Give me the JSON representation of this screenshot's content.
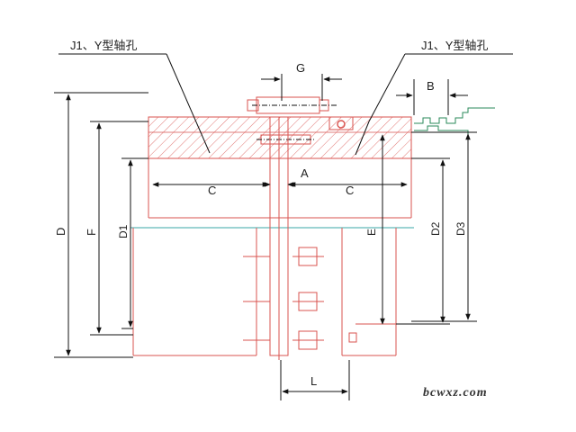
{
  "labels": {
    "hole_type_left": "J1、Y型轴孔",
    "hole_type_right": "J1、Y型轴孔",
    "G": "G",
    "B": "B",
    "C_left": "C",
    "A": "A",
    "C_right": "C",
    "D": "D",
    "F": "F",
    "D1": "D1",
    "E": "E",
    "D2": "D2",
    "D3": "D3",
    "L": "L"
  },
  "watermark": "bcwxz.com",
  "colors": {
    "outline": "#d9534f",
    "dimension": "#111111",
    "gear_teeth": "#2a8a5a",
    "centerline": "#3aa7a7"
  }
}
